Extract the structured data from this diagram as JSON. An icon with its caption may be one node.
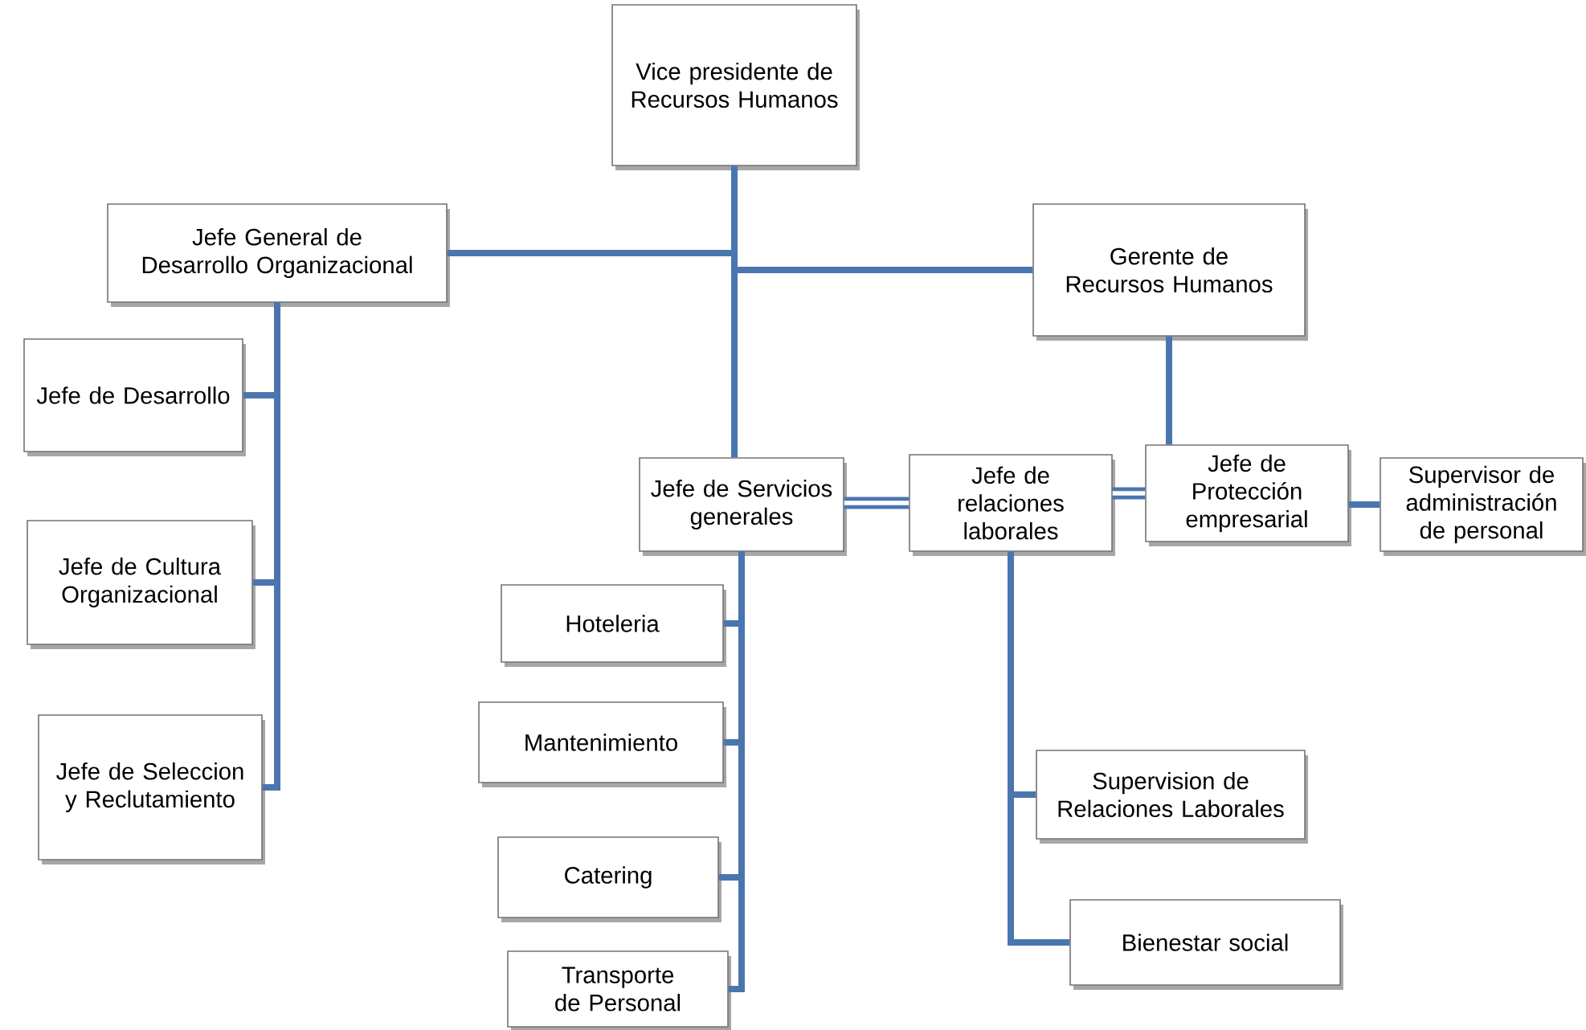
{
  "diagram": {
    "nodes": [
      {
        "text": [
          "Vice presidente de Recursos Humanos"
        ]
      },
      {
        "text": [
          "Jefe General de Desarrollo Organizacional"
        ]
      },
      {
        "text": [
          "Gerente de Recursos Humanos"
        ]
      },
      {
        "text": [
          "Jefe de Desarrollo"
        ]
      },
      {
        "text": [
          "Jefe de Cultura Organizacional"
        ]
      },
      {
        "text": [
          "Jefe de Seleccion y Reclutamiento"
        ]
      },
      {
        "text": [
          "Jefe de Servicios generales"
        ]
      },
      {
        "text": [
          "Jefe de relaciones laborales"
        ]
      },
      {
        "text": [
          "Jefe de Protección empresarial"
        ]
      },
      {
        "text": [
          "Supervisor de administración de personal"
        ]
      },
      {
        "text": [
          "Hoteleria"
        ]
      },
      {
        "text": [
          "Mantenimiento"
        ]
      },
      {
        "text": [
          "Catering"
        ]
      },
      {
        "text": [
          "Transporte de Personal"
        ]
      },
      {
        "text": [
          "Supervision de Relaciones Laborales"
        ]
      },
      {
        "text": [
          "Bienestar social"
        ]
      }
    ],
    "edges": [
      {
        "from": 0,
        "to": 1,
        "arrow": "none"
      },
      {
        "from": 0,
        "to": 2,
        "arrow": "none"
      },
      {
        "from": 0,
        "to": 6,
        "arrow": "none"
      },
      {
        "from": 1,
        "to": 3,
        "arrow": "none"
      },
      {
        "from": 1,
        "to": 4,
        "arrow": "none"
      },
      {
        "from": 1,
        "to": 5,
        "arrow": "none"
      },
      {
        "from": 2,
        "to": 8,
        "arrow": "none"
      },
      {
        "from": 6,
        "to": 7,
        "arrow": "none",
        "style": "thick"
      },
      {
        "from": 7,
        "to": 8,
        "arrow": "none",
        "style": "thick"
      },
      {
        "from": 8,
        "to": 9,
        "arrow": "none"
      },
      {
        "from": 6,
        "to": 10,
        "arrow": "none"
      },
      {
        "from": 6,
        "to": 11,
        "arrow": "none"
      },
      {
        "from": 6,
        "to": 12,
        "arrow": "none"
      },
      {
        "from": 6,
        "to": 13,
        "arrow": "none"
      },
      {
        "from": 7,
        "to": 14,
        "arrow": "none"
      },
      {
        "from": 7,
        "to": 15,
        "arrow": "none"
      }
    ]
  }
}
